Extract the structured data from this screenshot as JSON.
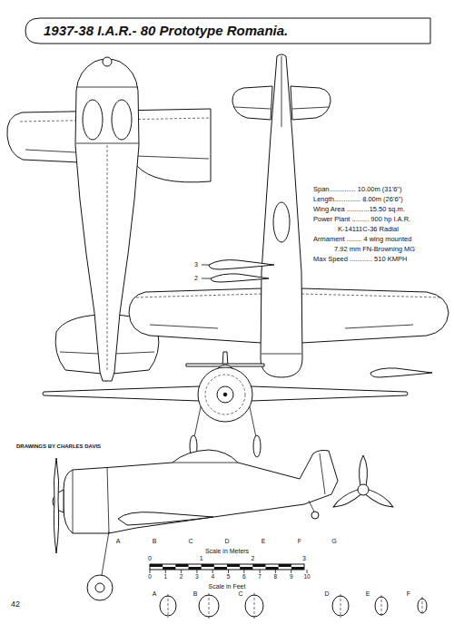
{
  "diagram": {
    "title": "1937-38 I.A.R.- 80 Prototype Romania.",
    "labels": [
      "Span.............. 10.00m (31'6\")",
      "Length.............. 8.00m (26'6\")",
      "Wing Area ............15.50 sq.m.",
      "Power Plant ......... 900 hp I.A.R.",
      "K-14111C-36 Radial",
      "Armament ........ 4 wing mounted",
      "7.92 mm FN-Browning MG",
      "Max Speed ............ 510 KMPH",
      "DRAWINGS BY CHARLES DAVIS",
      "Scale in Meters",
      "0",
      "1",
      "2",
      "3",
      "Scale in Feet",
      "0",
      "1",
      "2",
      "3",
      "4",
      "5",
      "6",
      "7",
      "8",
      "9",
      "10",
      "A",
      "B",
      "C",
      "D",
      "E",
      "F",
      "G",
      "A",
      "B",
      "C",
      "D",
      "E",
      "F",
      "3",
      "2",
      "42"
    ]
  }
}
